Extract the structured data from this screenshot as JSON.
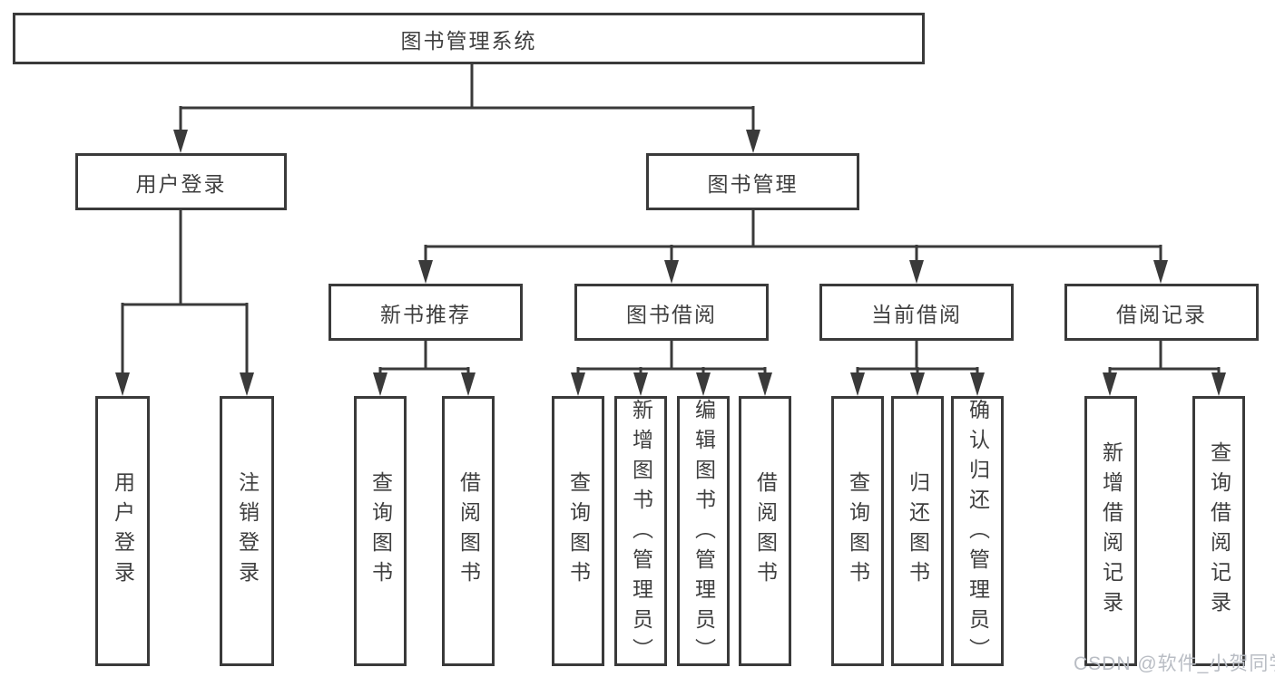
{
  "diagram": {
    "colors": {
      "line": "#3a3a3a",
      "border": "#3a3a3a",
      "text": "#3f3f3f",
      "node_background": "#ffffff",
      "watermark": "#b9bdc4"
    },
    "watermark": {
      "text": "CSDN @软件_小贺同学"
    },
    "nodes": {
      "root": {
        "label": "图书管理系统"
      },
      "user_login": {
        "label": "用户登录"
      },
      "book_mgmt": {
        "label": "图书管理"
      },
      "new_book_rec": {
        "label": "新书推荐"
      },
      "book_borrow": {
        "label": "图书借阅"
      },
      "current_borrow": {
        "label": "当前借阅"
      },
      "borrow_records": {
        "label": "借阅记录"
      },
      "leaf_user_login": {
        "label": "用户登录"
      },
      "leaf_logout": {
        "label": "注销登录"
      },
      "leaf_nb_query": {
        "label": "查询图书"
      },
      "leaf_nb_borrow": {
        "label": "借阅图书"
      },
      "leaf_bb_query": {
        "label": "查询图书"
      },
      "leaf_bb_add": {
        "label": "新增图书（管理员）"
      },
      "leaf_bb_edit": {
        "label": "编辑图书（管理员）"
      },
      "leaf_bb_borrow": {
        "label": "借阅图书"
      },
      "leaf_cb_query": {
        "label": "查询图书"
      },
      "leaf_cb_return": {
        "label": "归还图书"
      },
      "leaf_cb_confirm": {
        "label": "确认归还（管理员）"
      },
      "leaf_br_add": {
        "label": "新增借阅记录"
      },
      "leaf_br_query": {
        "label": "查询借阅记录"
      }
    }
  }
}
